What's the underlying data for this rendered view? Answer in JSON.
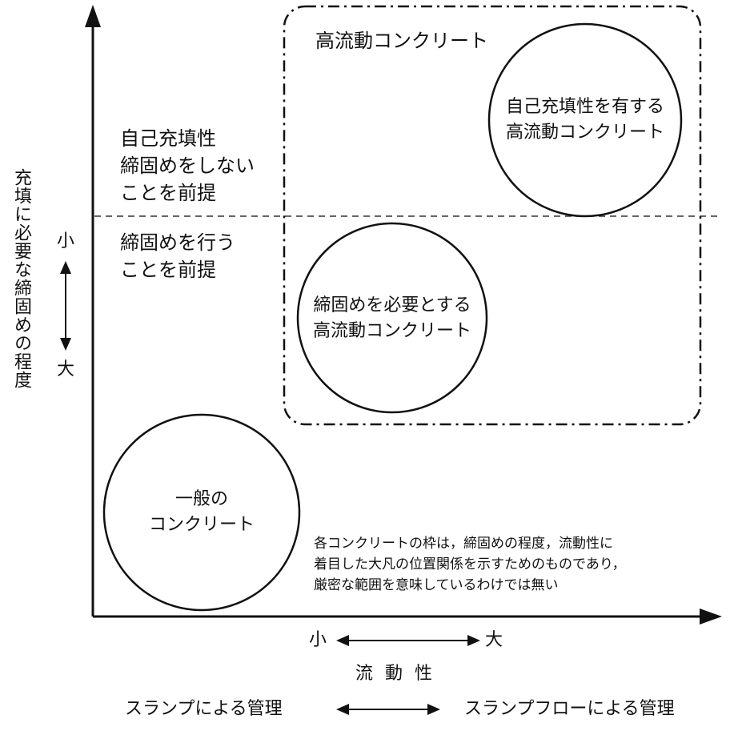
{
  "y_axis": {
    "title": "充填に必要な締固めの程度",
    "top_label": "小",
    "bottom_label": "大"
  },
  "x_axis": {
    "left_label": "小",
    "right_label": "大",
    "title": "流 動 性",
    "management_left": "スランプによる管理",
    "management_right": "スランプフローによる管理"
  },
  "regions": {
    "upper": [
      "自己充填性",
      "締固めをしない",
      "ことを前提"
    ],
    "lower": [
      "締固めを行う",
      "ことを前提"
    ]
  },
  "group_box": {
    "label": "高流動コンクリート"
  },
  "circles": {
    "self_compacting": [
      "自己充填性を有する",
      "高流動コンクリート"
    ],
    "needs_compaction": [
      "締固めを必要とする",
      "高流動コンクリート"
    ],
    "general": [
      "一般の",
      "コンクリート"
    ]
  },
  "note": [
    "各コンクリートの枠は，締固めの程度，流動性に",
    "着目した大凡の位置関係を示すためのものであり，",
    "厳密な範囲を意味しているわけでは無い"
  ]
}
